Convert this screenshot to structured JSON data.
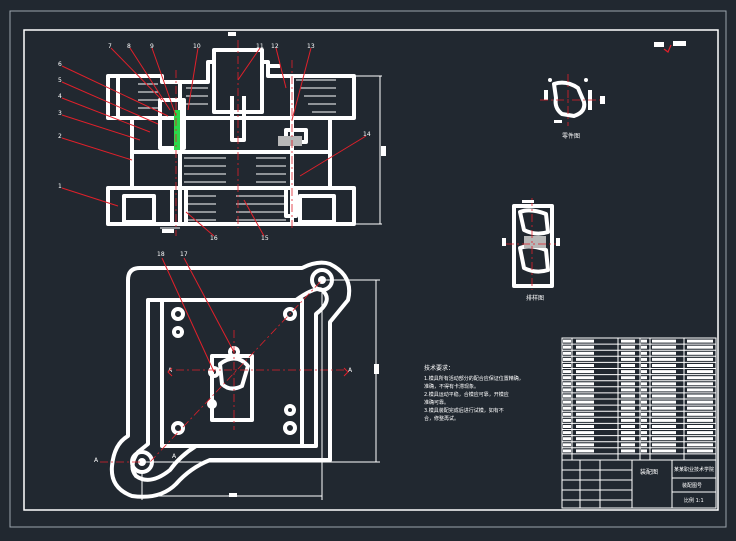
{
  "drawing": {
    "part_labels": [
      "1",
      "2",
      "3",
      "4",
      "5",
      "6",
      "7",
      "8",
      "9",
      "10",
      "11",
      "12",
      "13",
      "14",
      "15",
      "16"
    ],
    "plan_labels": [
      "18",
      "17"
    ],
    "section_marks": [
      "A",
      "A",
      "A",
      "A"
    ],
    "part_view_caption": "零件图",
    "layout_view_caption": "排样图",
    "tech_requirements": {
      "title": "技术要求：",
      "lines": [
        "1.模具所有活动部分的配合应保证位置精确，",
        "  准确，不得有卡滞现象。",
        "2.模具运动平稳，合模应可靠，开模应",
        "  准确可靠。",
        "3.模具装配完成后进行试模，如有不",
        "  合，修整再试。"
      ]
    },
    "title_block": {
      "drawing_name": "装配图",
      "school": "某某职业技术学院",
      "drawing_no": "装配图号",
      "scale": "比例 1:1"
    }
  }
}
